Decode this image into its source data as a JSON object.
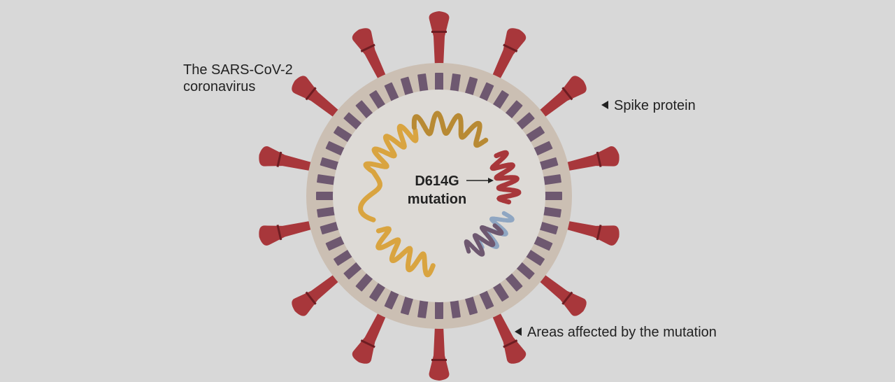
{
  "labels": {
    "virus_line1": "The SARS-CoV-2",
    "virus_line2": "coronavirus",
    "spike": "Spike protein",
    "mutation_line1": "D614G",
    "mutation_line2": "mutation",
    "areas": "Areas affected by the mutation"
  },
  "colors": {
    "background": "#d8d8d8",
    "membrane": "#cbbfb3",
    "interior": "#dddad6",
    "membrane_protein": "#6e5870",
    "spike": "#a8373b",
    "rna_gold": "#d9a440",
    "rna_dark_gold": "#b88a34",
    "rna_red": "#a8373b",
    "rna_blue": "#8fa6c2",
    "rna_purple": "#6e5870",
    "text": "#222222"
  }
}
